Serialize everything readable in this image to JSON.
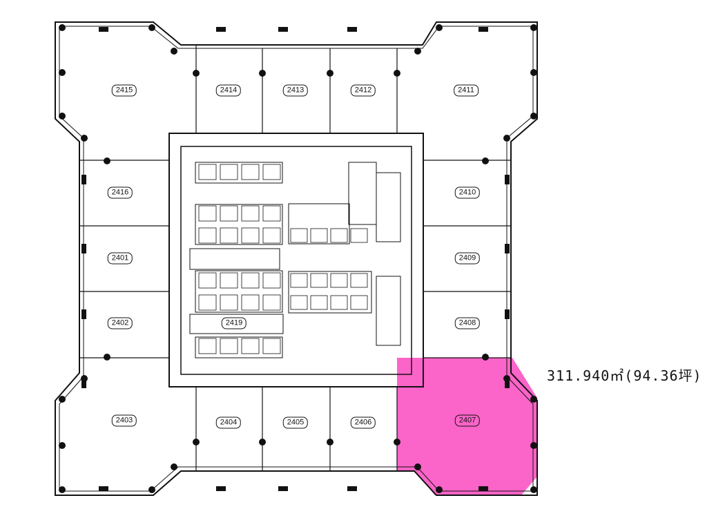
{
  "floor_plan": {
    "highlight_color": "#fb64c8",
    "highlighted_unit": "2407",
    "area_note": "311.940㎡(94.36坪)",
    "units": [
      "2415",
      "2414",
      "2413",
      "2412",
      "2411",
      "2416",
      "2410",
      "2401",
      "2409",
      "2402",
      "2419",
      "2408",
      "2403",
      "2404",
      "2405",
      "2406",
      "2407"
    ]
  }
}
